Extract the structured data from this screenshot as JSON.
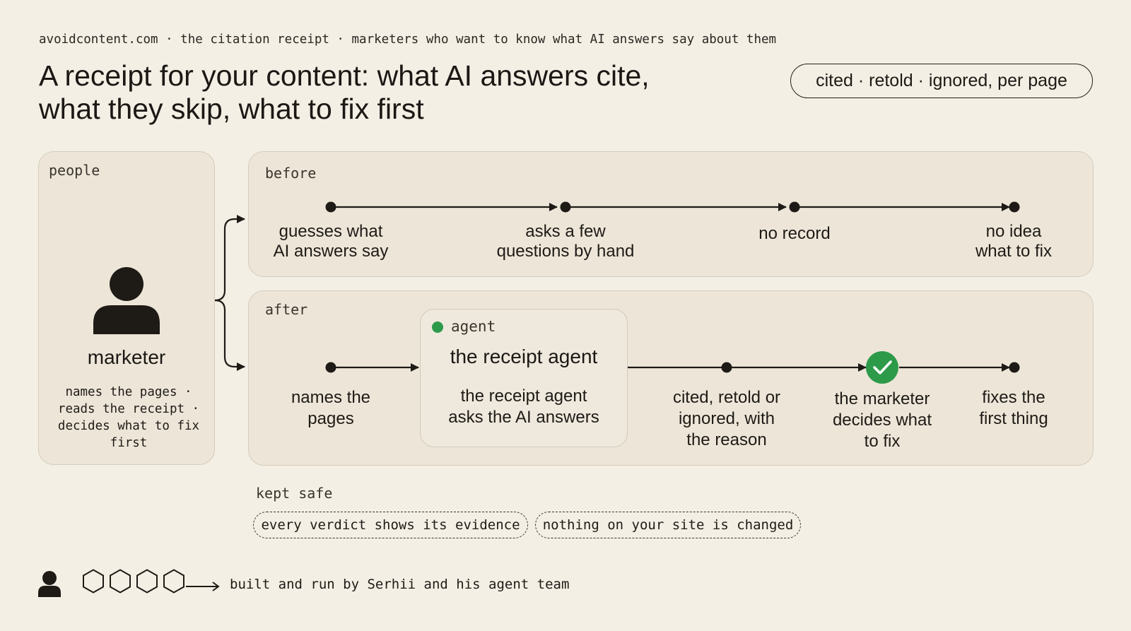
{
  "header": {
    "breadcrumb": "avoidcontent.com · the citation receipt · marketers who want to know what AI answers say about them",
    "title_line1": "A receipt for your content: what AI answers cite,",
    "title_line2": "what they skip, what to fix first",
    "pill": "cited · retold · ignored, per page"
  },
  "people": {
    "label": "people",
    "name": "marketer",
    "desc_lines": [
      "names the pages ·",
      "reads the receipt ·",
      "decides what to fix",
      "first"
    ]
  },
  "before": {
    "label": "before",
    "steps": [
      {
        "lines": [
          "guesses what",
          "AI answers say"
        ]
      },
      {
        "lines": [
          "asks a few",
          "questions by hand"
        ]
      },
      {
        "lines": [
          "no record"
        ]
      },
      {
        "lines": [
          "no idea",
          "what to fix"
        ]
      }
    ]
  },
  "after": {
    "label": "after",
    "steps": [
      {
        "lines": [
          "names the",
          "pages"
        ]
      },
      {
        "lines": [
          "cited, retold or",
          "ignored, with",
          "the reason"
        ]
      },
      {
        "lines": [
          "the marketer",
          "decides what",
          "to fix"
        ]
      },
      {
        "lines": [
          "fixes the",
          "first thing"
        ]
      }
    ],
    "agent": {
      "tag": "agent",
      "title": "the receipt agent",
      "desc_lines": [
        "the receipt agent",
        "asks the AI answers"
      ],
      "status_color": "#2d9a4a"
    },
    "decision_color": "#2d9a4a"
  },
  "kept_safe": {
    "label": "kept safe",
    "items": [
      "every verdict shows its evidence",
      "nothing on your site is changed"
    ]
  },
  "footer": {
    "text": "built and run by Serhii and his agent team",
    "icons": [
      "person-icon",
      "hexagon-icon",
      "hexagon-icon",
      "hexagon-icon",
      "hexagon-icon",
      "arrow-right-icon"
    ]
  }
}
